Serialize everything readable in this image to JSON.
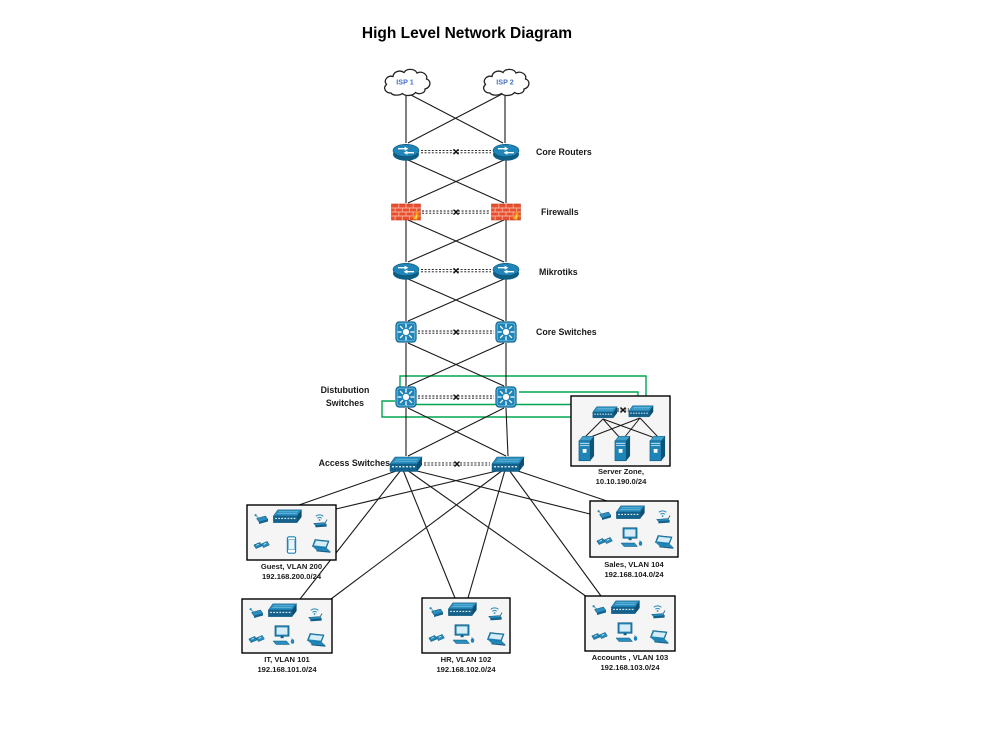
{
  "title": "High Level Network Diagram",
  "colors": {
    "device_blue": "#1f85b8",
    "device_blue_dark": "#0d5577",
    "firewall_red": "#e94f2e",
    "link_green": "#00a651",
    "cloud_label_blue": "#4472c4",
    "zone_fill": "#f5f5f5",
    "line_black": "#1a1a1a"
  },
  "clouds": [
    {
      "label": "ISP 1"
    },
    {
      "label": "ISP 2"
    }
  ],
  "layer_labels": {
    "core_routers": "Core Routers",
    "firewalls": "Firewalls",
    "mikrotiks": "Mikrotiks",
    "core_switches": "Core Switches",
    "distribution_switches_line1": "Distubution",
    "distribution_switches_line2": "Switches",
    "access_switches": "Access Switches"
  },
  "server_zone": {
    "name_line": "Server Zone,",
    "subnet_line": "10.10.190.0/24"
  },
  "zones": [
    {
      "id": "guest",
      "name_line": "Guest, VLAN 200",
      "subnet_line": "192.168.200.0/24"
    },
    {
      "id": "sales",
      "name_line": "Sales, VLAN 104",
      "subnet_line": "192.168.104.0/24"
    },
    {
      "id": "it",
      "name_line": "IT, VLAN 101",
      "subnet_line": "192.168.101.0/24"
    },
    {
      "id": "hr",
      "name_line": "HR, VLAN 102",
      "subnet_line": "192.168.102.0/24"
    },
    {
      "id": "accounts",
      "name_line": "Accounts , VLAN 103",
      "subnet_line": "192.168.103.0/24"
    }
  ]
}
